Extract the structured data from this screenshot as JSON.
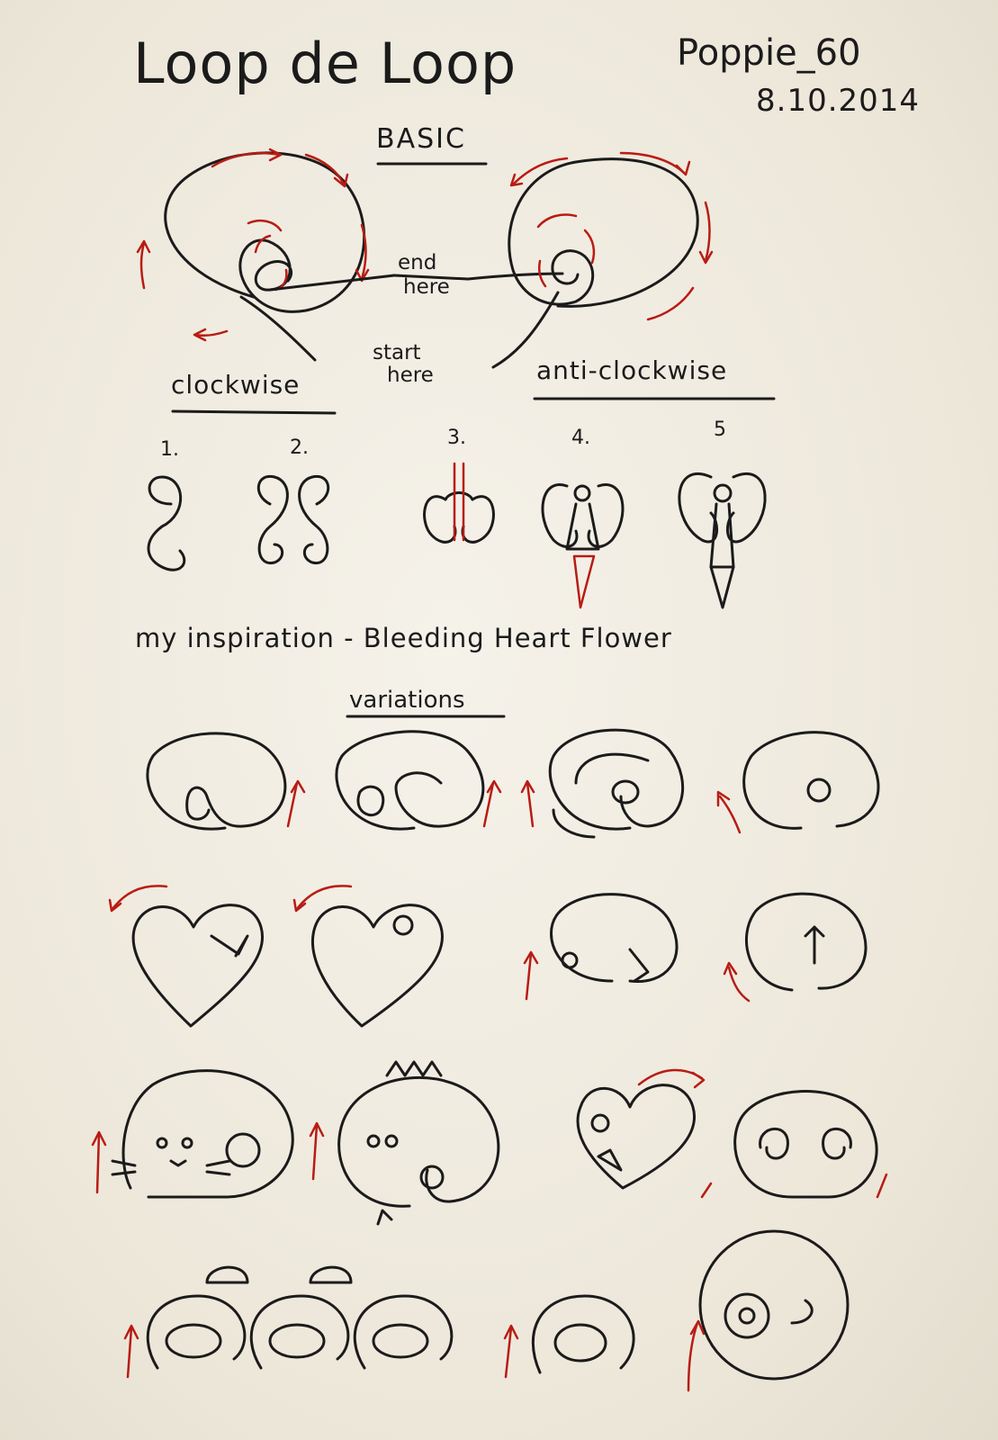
{
  "page": {
    "title": "Loop de Loop",
    "author": "Poppie_60",
    "date": "8.10.2014"
  },
  "basic": {
    "heading": "BASIC",
    "end_label_line1": "end",
    "end_label_line2": "here",
    "start_label_line1": "start",
    "start_label_line2": "here",
    "clockwise_label": "clockwise",
    "anticlockwise_label": "anti-clockwise"
  },
  "steps": {
    "labels": [
      "1.",
      "2.",
      "3.",
      "4.",
      "5"
    ]
  },
  "inspiration": {
    "text": "my inspiration - Bleeding Heart Flower"
  },
  "variations": {
    "heading": "variations"
  },
  "colors": {
    "ink": "#1b1b1b",
    "red_ink": "#b81c14",
    "paper": "#efeadf"
  }
}
